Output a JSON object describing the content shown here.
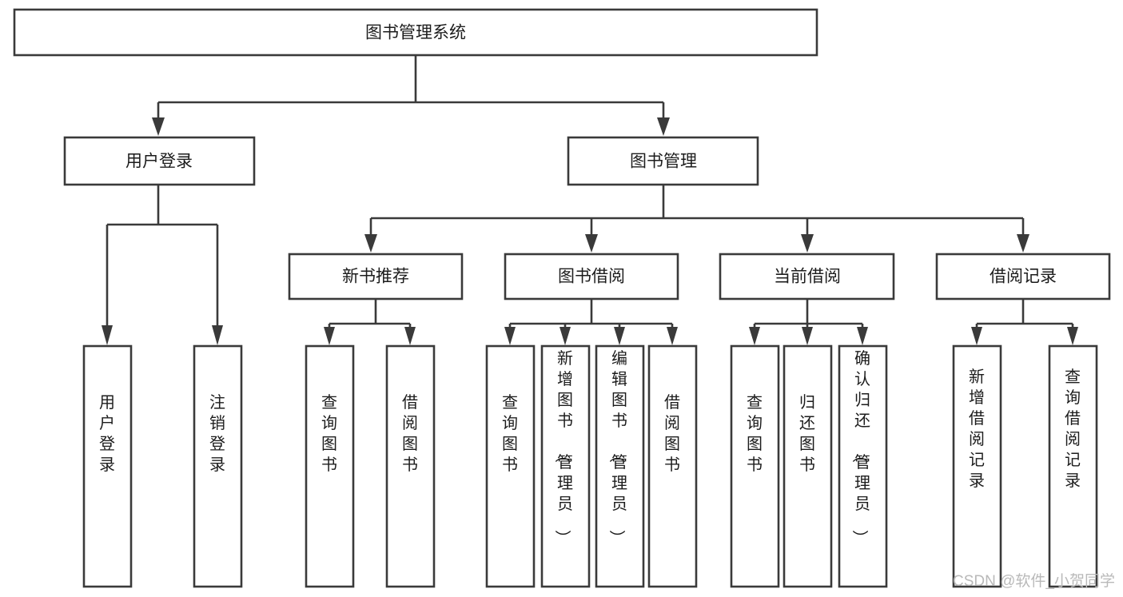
{
  "diagram": {
    "title": "图书管理系统",
    "type": "tree-hierarchy-chart",
    "root": {
      "id": "root",
      "label": "图书管理系统",
      "orientation": "horizontal"
    },
    "level2": [
      {
        "id": "user-login",
        "label": "用户登录",
        "orientation": "horizontal"
      },
      {
        "id": "book-management",
        "label": "图书管理",
        "orientation": "horizontal"
      }
    ],
    "level3": [
      {
        "id": "new-book-recommend",
        "label": "新书推荐",
        "orientation": "horizontal",
        "parent": "book-management"
      },
      {
        "id": "book-borrow",
        "label": "图书借阅",
        "orientation": "horizontal",
        "parent": "book-management"
      },
      {
        "id": "current-borrow",
        "label": "当前借阅",
        "orientation": "horizontal",
        "parent": "book-management"
      },
      {
        "id": "borrow-record",
        "label": "借阅记录",
        "orientation": "horizontal",
        "parent": "book-management"
      }
    ],
    "leaves": [
      {
        "id": "leaf-user-login",
        "label": "用户登录",
        "orientation": "vertical",
        "parent": "user-login"
      },
      {
        "id": "leaf-logout-login",
        "label": "注销登录",
        "orientation": "vertical",
        "parent": "user-login"
      },
      {
        "id": "leaf-query-book-1",
        "label": "查询图书",
        "orientation": "vertical",
        "parent": "new-book-recommend"
      },
      {
        "id": "leaf-borrow-book-1",
        "label": "借阅图书",
        "orientation": "vertical",
        "parent": "new-book-recommend"
      },
      {
        "id": "leaf-query-book-2",
        "label": "查询图书",
        "orientation": "vertical",
        "parent": "book-borrow"
      },
      {
        "id": "leaf-add-book",
        "label": "新增图书（管理员）",
        "orientation": "vertical",
        "parent": "book-borrow"
      },
      {
        "id": "leaf-edit-book",
        "label": "编辑图书（管理员）",
        "orientation": "vertical",
        "parent": "book-borrow"
      },
      {
        "id": "leaf-borrow-book-2",
        "label": "借阅图书",
        "orientation": "vertical",
        "parent": "book-borrow"
      },
      {
        "id": "leaf-query-book-3",
        "label": "查询图书",
        "orientation": "vertical",
        "parent": "current-borrow"
      },
      {
        "id": "leaf-return-book",
        "label": "归还图书",
        "orientation": "vertical",
        "parent": "current-borrow"
      },
      {
        "id": "leaf-confirm-return",
        "label": "确认归还（管理员）",
        "orientation": "vertical",
        "parent": "current-borrow"
      },
      {
        "id": "leaf-add-record",
        "label": "新增借阅记录",
        "orientation": "vertical",
        "parent": "borrow-record"
      },
      {
        "id": "leaf-query-record",
        "label": "查询借阅记录",
        "orientation": "vertical",
        "parent": "borrow-record"
      }
    ],
    "colors": {
      "stroke": "#3a3a3a",
      "fill": "#ffffff",
      "text": "#1c1c1c",
      "background": "#ffffff",
      "watermark": "#b9b9b9"
    }
  },
  "watermark": {
    "text": "CSDN @软件_小贺同学"
  }
}
